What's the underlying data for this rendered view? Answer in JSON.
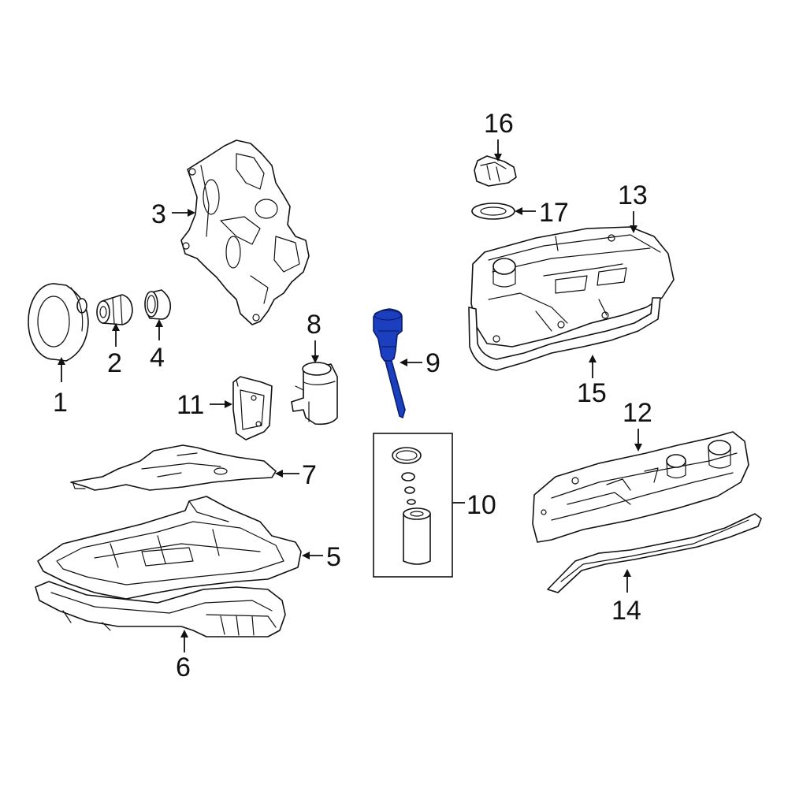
{
  "callouts": {
    "c1": "1",
    "c2": "2",
    "c3": "3",
    "c4": "4",
    "c5": "5",
    "c6": "6",
    "c7": "7",
    "c8": "8",
    "c9": "9",
    "c10": "10",
    "c11": "11",
    "c12": "12",
    "c13": "13",
    "c14": "14",
    "c15": "15",
    "c16": "16",
    "c17": "17"
  },
  "colors": {
    "highlight": "#1c3fbf",
    "line": "#111111",
    "background": "#ffffff"
  }
}
